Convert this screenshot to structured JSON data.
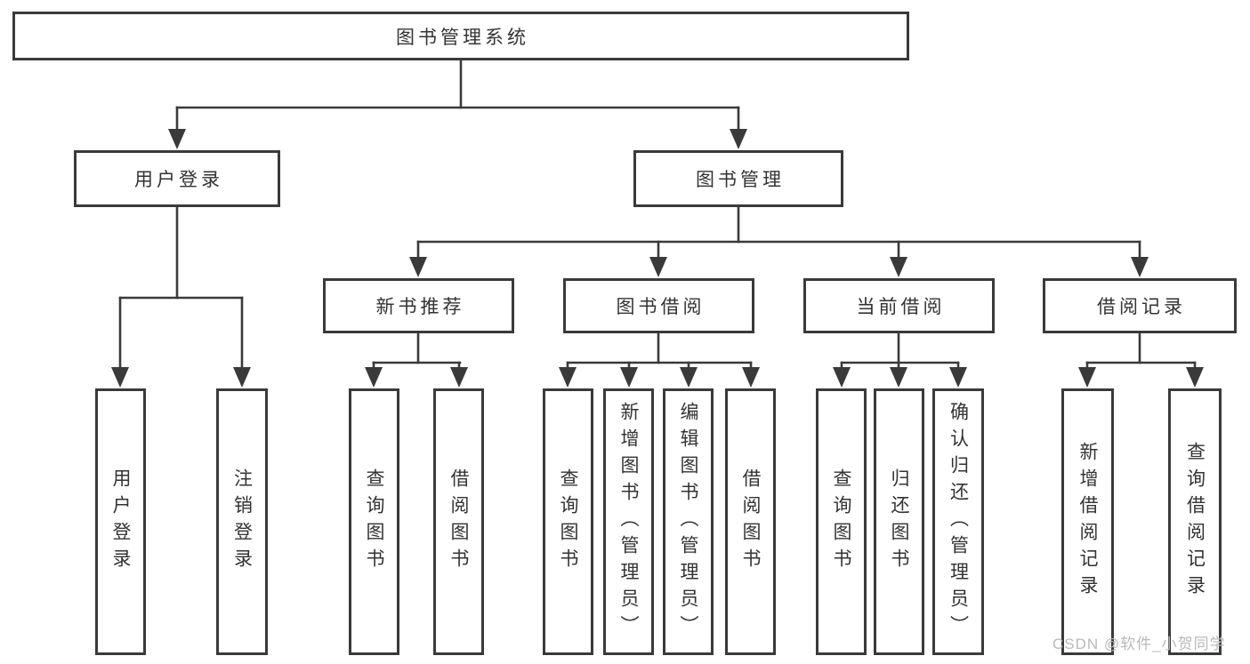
{
  "diagram": {
    "root": {
      "label": "图书管理系统"
    },
    "level2": [
      {
        "label": "用户登录"
      },
      {
        "label": "图书管理"
      }
    ],
    "level3": [
      {
        "label": "新书推荐"
      },
      {
        "label": "图书借阅"
      },
      {
        "label": "当前借阅"
      },
      {
        "label": "借阅记录"
      }
    ],
    "leaves": {
      "user_login": [
        {
          "label": "用户登录"
        },
        {
          "label": "注销登录"
        }
      ],
      "new_book": [
        {
          "label": "查询图书"
        },
        {
          "label": "借阅图书"
        }
      ],
      "book_borrow": [
        {
          "label": "查询图书"
        },
        {
          "label": "新增图书（管理员）"
        },
        {
          "label": "编辑图书（管理员）"
        },
        {
          "label": "借阅图书"
        }
      ],
      "current_borrow": [
        {
          "label": "查询图书"
        },
        {
          "label": "归还图书"
        },
        {
          "label": "确认归还（管理员）"
        }
      ],
      "borrow_records": [
        {
          "label": "新增借阅记录"
        },
        {
          "label": "查询借阅记录"
        }
      ]
    }
  },
  "watermark": {
    "text": "CSDN @软件_小贺同学"
  },
  "colors": {
    "line": "#3a3a3a",
    "text": "#333333",
    "watermark": "#b9b9b9",
    "background": "#ffffff"
  }
}
